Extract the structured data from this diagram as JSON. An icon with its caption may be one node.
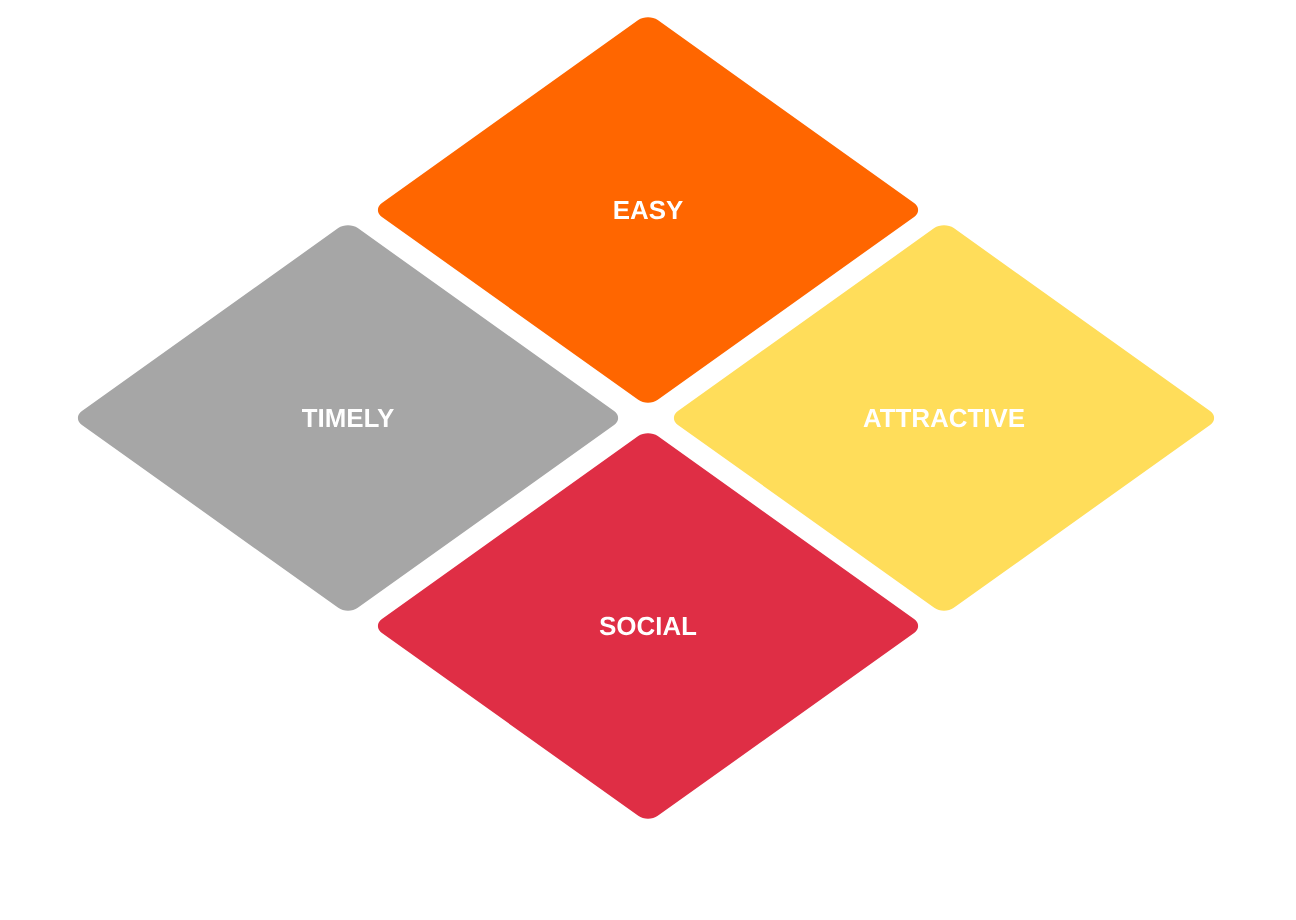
{
  "diagram": {
    "nodes": [
      {
        "text": [
          "EASY"
        ]
      },
      {
        "text": [
          "TIMELY"
        ]
      },
      {
        "text": [
          "ATTRACTIVE"
        ]
      },
      {
        "text": [
          "SOCIAL"
        ]
      }
    ]
  }
}
